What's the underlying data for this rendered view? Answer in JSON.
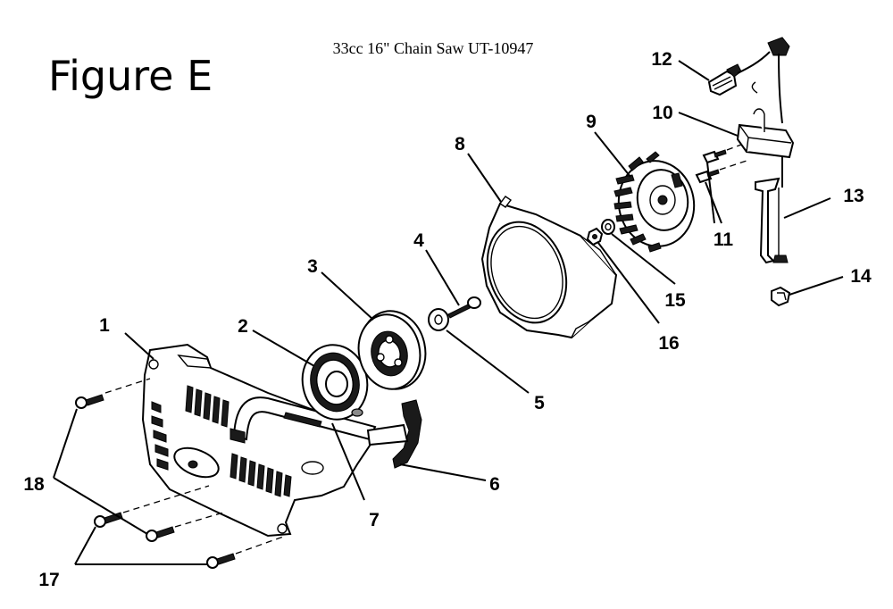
{
  "figure_label": "Figure E",
  "title": "33cc 16\" Chain Saw UT-10947",
  "callouts": [
    {
      "id": "1",
      "text": "1"
    },
    {
      "id": "2",
      "text": "2"
    },
    {
      "id": "3",
      "text": "3"
    },
    {
      "id": "4",
      "text": "4"
    },
    {
      "id": "5",
      "text": "5"
    },
    {
      "id": "6",
      "text": "6"
    },
    {
      "id": "7",
      "text": "7"
    },
    {
      "id": "8",
      "text": "8"
    },
    {
      "id": "9",
      "text": "9"
    },
    {
      "id": "10",
      "text": "10"
    },
    {
      "id": "11",
      "text": "11"
    },
    {
      "id": "12",
      "text": "12"
    },
    {
      "id": "13",
      "text": "13"
    },
    {
      "id": "14",
      "text": "14"
    },
    {
      "id": "15",
      "text": "15"
    },
    {
      "id": "16",
      "text": "16"
    },
    {
      "id": "17",
      "text": "17"
    },
    {
      "id": "18",
      "text": "18"
    }
  ]
}
